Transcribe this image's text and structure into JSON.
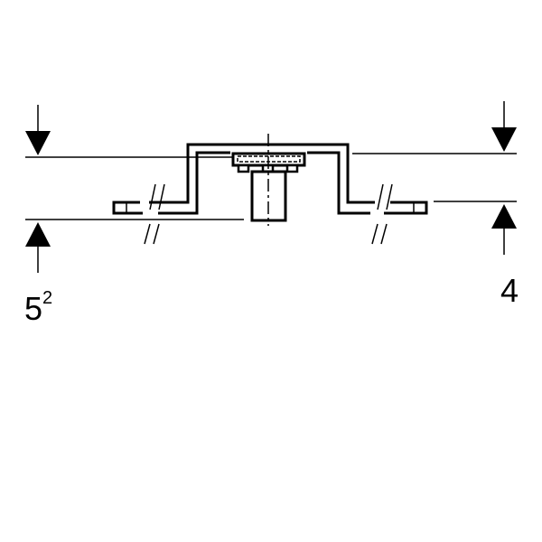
{
  "dimensions": {
    "left_label": "5",
    "left_label_superscript": "2",
    "right_label": "4"
  },
  "colors": {
    "stroke": "#000000",
    "background": "#ffffff"
  }
}
